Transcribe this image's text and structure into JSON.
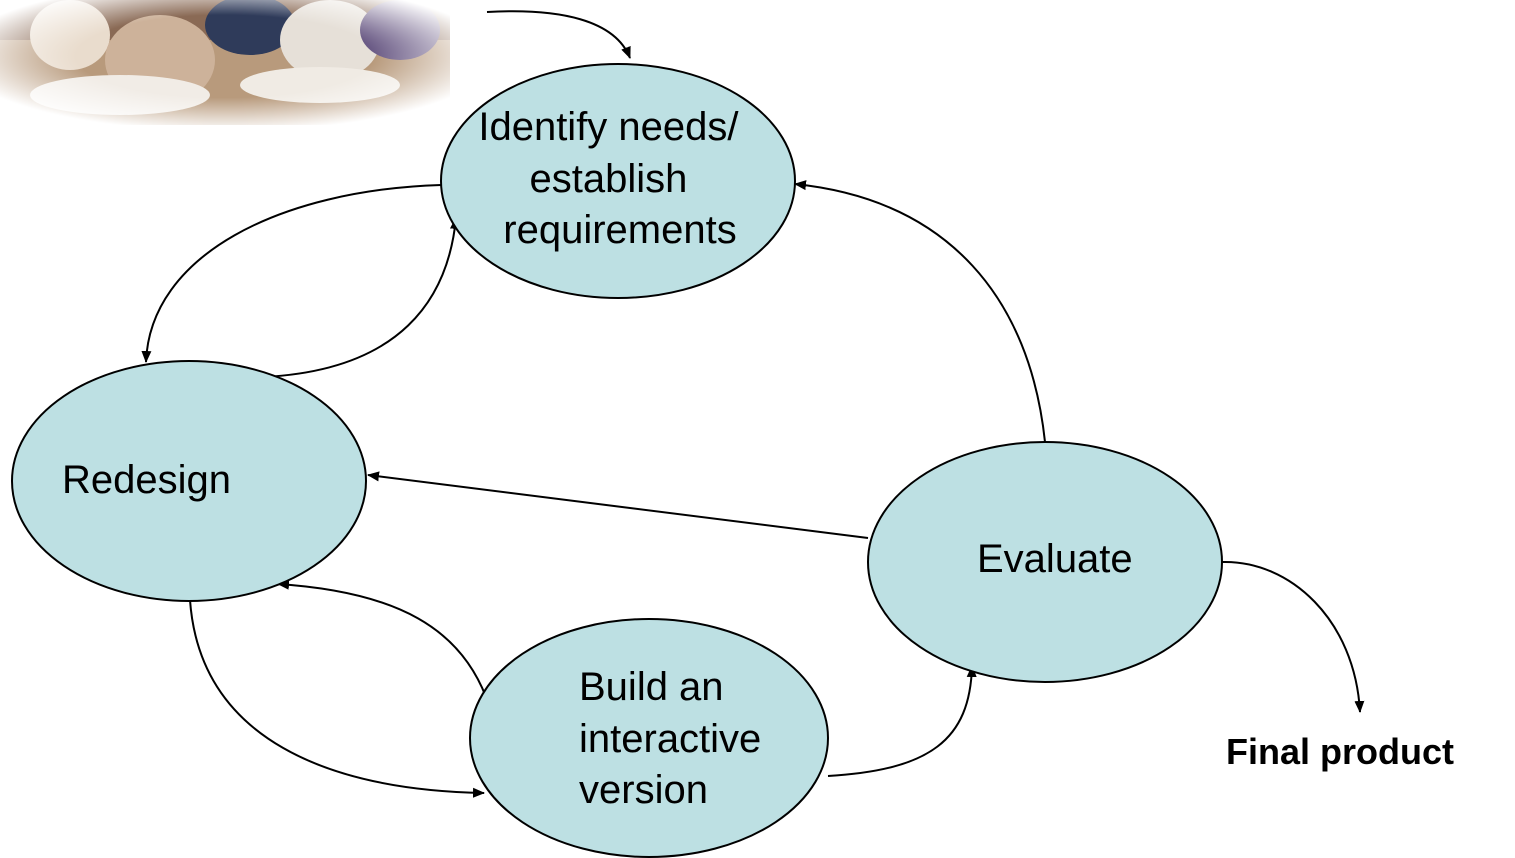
{
  "colors": {
    "node_fill": "#bde0e3",
    "stroke": "#000000",
    "background": "#ffffff"
  },
  "photo": {
    "icon": "meeting-photo-icon"
  },
  "nodes": {
    "identify": {
      "lines": [
        "Identify needs/",
        "establish",
        "requirements"
      ]
    },
    "redesign": {
      "lines": [
        "Redesign"
      ]
    },
    "evaluate": {
      "lines": [
        "Evaluate"
      ]
    },
    "build": {
      "lines": [
        "Build an",
        "interactive",
        "version"
      ]
    }
  },
  "final_product": "Final product"
}
